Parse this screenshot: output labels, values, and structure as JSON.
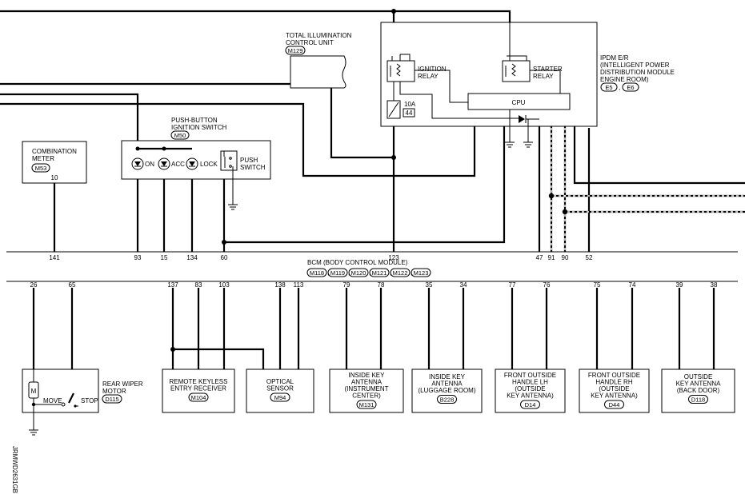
{
  "doc_id": "JRMWD2631GB",
  "tiu": {
    "title": [
      "TOTAL ILLUMINATION",
      "CONTROL UNIT"
    ],
    "connector": "M129"
  },
  "ipdm": {
    "title": [
      "IPDM E/R",
      "(INTELLIGENT POWER",
      "DISTRIBUTION MODULE",
      "ENGINE ROOM)"
    ],
    "connectors": [
      "E5",
      "E6"
    ],
    "ignition_relay": [
      "IGNITION",
      "RELAY"
    ],
    "starter_relay": [
      "STARTER",
      "RELAY"
    ],
    "cpu": "CPU",
    "fuse": {
      "rating": "10A",
      "number": "44"
    }
  },
  "push_button": {
    "title": [
      "PUSH-BUTTON",
      "IGNITION SWITCH"
    ],
    "connector": "M50",
    "indicators": [
      "ON",
      "ACC",
      "LOCK"
    ],
    "switch": [
      "PUSH",
      "SWITCH"
    ]
  },
  "meter": {
    "title": [
      "COMBINATION",
      "METER"
    ],
    "connector": "M53",
    "pin": "10"
  },
  "bcm": {
    "title": "BCM (BODY CONTROL MODULE)",
    "connectors": [
      "M118",
      "M119",
      "M120",
      "M121",
      "M122",
      "M123"
    ],
    "top_pins": [
      "141",
      "93",
      "15",
      "134",
      "60",
      "123",
      "47",
      "91",
      "90",
      "52"
    ],
    "bottom_pins": [
      "26",
      "65",
      "137",
      "83",
      "103",
      "138",
      "113",
      "79",
      "78",
      "35",
      "34",
      "77",
      "76",
      "75",
      "74",
      "39",
      "38"
    ]
  },
  "wiper": {
    "title": [
      "REAR WIPER",
      "MOTOR"
    ],
    "connector": "D115",
    "motor": "M",
    "move": "MOVE",
    "stop": "STOP"
  },
  "components": [
    {
      "lines": [
        "REMOTE KEYLESS",
        "ENTRY RECEIVER"
      ],
      "connector": "M104"
    },
    {
      "lines": [
        "OPTICAL",
        "SENSOR"
      ],
      "connector": "M94"
    },
    {
      "lines": [
        "INSIDE KEY",
        "ANTENNA",
        "(INSTRUMENT",
        "CENTER)"
      ],
      "connector": "M131"
    },
    {
      "lines": [
        "INSIDE KEY",
        "ANTENNA",
        "(LUGGAGE ROOM)"
      ],
      "connector": "B228"
    },
    {
      "lines": [
        "FRONT OUTSIDE",
        "HANDLE LH",
        "(OUTSIDE",
        "KEY ANTENNA)"
      ],
      "connector": "D14"
    },
    {
      "lines": [
        "FRONT OUTSIDE",
        "HANDLE RH",
        "(OUTSIDE",
        "KEY ANTENNA)"
      ],
      "connector": "D44"
    },
    {
      "lines": [
        "OUTSIDE",
        "KEY ANTENNA",
        "(BACK DOOR)"
      ],
      "connector": "D118"
    }
  ]
}
